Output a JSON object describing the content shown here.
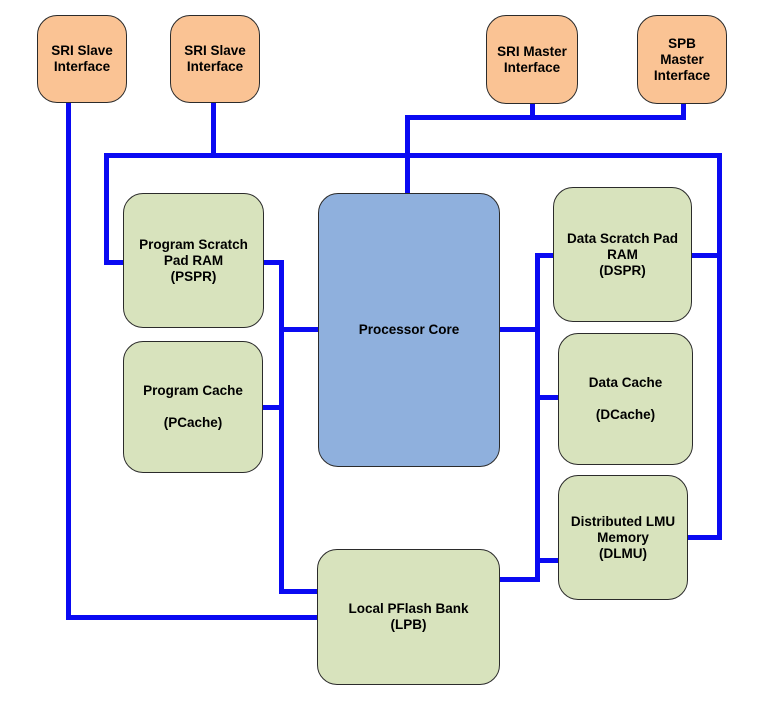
{
  "colors": {
    "connector": "#0a0af2",
    "interface_fill": "#fac394",
    "memory_fill": "#d8e3bd",
    "core_fill": "#8fb0dd",
    "node_border": "#2b2b2b",
    "label_color": "#000000"
  },
  "nodes": {
    "sri_slave_1": {
      "label": "SRI Slave\nInterface"
    },
    "sri_slave_2": {
      "label": "SRI Slave\nInterface"
    },
    "sri_master": {
      "label": "SRI Master\nInterface"
    },
    "spb_master": {
      "label": "SPB\nMaster\nInterface"
    },
    "pspr": {
      "label": "Program Scratch\nPad RAM\n(PSPR)"
    },
    "pcache": {
      "label": "Program Cache\n\n(PCache)"
    },
    "core": {
      "label": "Processor Core"
    },
    "dspr": {
      "label": "Data Scratch Pad\nRAM\n(DSPR)"
    },
    "dcache": {
      "label": "Data Cache\n\n(DCache)"
    },
    "dlmu": {
      "label": "Distributed LMU\nMemory\n(DLMU)"
    },
    "lpb": {
      "label": "Local PFlash Bank\n(LPB)"
    }
  },
  "edges": [
    {
      "from": "sri_slave_1",
      "to": "lpb"
    },
    {
      "from": "sri_slave_2",
      "to": "sri_slave_bus"
    },
    {
      "from": "sri_slave_bus",
      "to": "pspr"
    },
    {
      "from": "sri_slave_bus",
      "to": "right_trunk"
    },
    {
      "from": "right_trunk",
      "to": "dspr"
    },
    {
      "from": "right_trunk",
      "to": "dlmu"
    },
    {
      "from": "sri_master",
      "to": "master_bus"
    },
    {
      "from": "spb_master",
      "to": "master_bus"
    },
    {
      "from": "master_bus",
      "to": "core"
    },
    {
      "from": "pspr",
      "to": "program_bus"
    },
    {
      "from": "pcache",
      "to": "program_bus"
    },
    {
      "from": "program_bus",
      "to": "core"
    },
    {
      "from": "program_bus",
      "to": "lpb"
    },
    {
      "from": "dspr",
      "to": "data_bus"
    },
    {
      "from": "dcache",
      "to": "data_bus"
    },
    {
      "from": "dlmu",
      "to": "data_bus"
    },
    {
      "from": "data_bus",
      "to": "core"
    },
    {
      "from": "data_bus",
      "to": "lpb"
    }
  ]
}
